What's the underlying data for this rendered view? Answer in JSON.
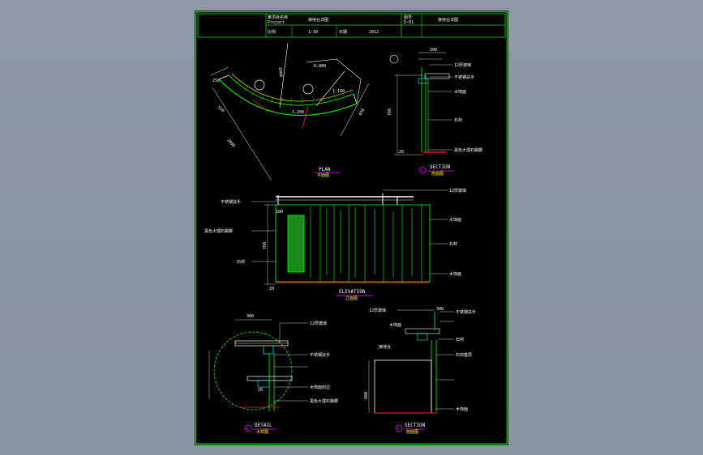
{
  "title_block": {
    "row1_left_a": "某项目名称",
    "row1_left_b": "Project",
    "row1_center": "接待台详图",
    "row1_right_a": "图号",
    "row1_right_b": "D-01",
    "row1_right_c": "接待台详图",
    "row2_left": "比例",
    "row2_mid_a": "1:30",
    "row2_mid_b": "日期",
    "row2_right": "2012"
  },
  "plan": {
    "dims": [
      "0.800",
      "1.100",
      "1.200",
      "250",
      "2800",
      "450",
      "1000",
      "550"
    ],
    "label_en": "PLAN",
    "label_cn": "平面图"
  },
  "section_a": {
    "dims": [
      "300",
      "760",
      "20"
    ],
    "callouts": [
      "12厚玻璃",
      "不锈钢扶手",
      "木饰面",
      "石材",
      "黑色大理石踢脚"
    ],
    "tag": "A",
    "label_en": "SECTION",
    "label_cn": "剖面图"
  },
  "elevation": {
    "callouts_left": [
      "不锈钢扶手",
      "黑色大理石踢脚",
      "石材"
    ],
    "callouts_right": [
      "12厚玻璃",
      "木饰面",
      "石材",
      "木饰面"
    ],
    "dims": [
      "20",
      "760",
      "100"
    ],
    "label_en": "ELEVATION",
    "label_cn": "立面图"
  },
  "detail": {
    "callouts": [
      "12厚玻璃",
      "不锈钢扶手",
      "木饰面封边",
      "黑色大理石踢脚"
    ],
    "dims": [
      "300",
      "20"
    ],
    "tag": "B",
    "label_en": "DETAIL",
    "label_cn": "大样图"
  },
  "section_c": {
    "callouts": [
      "12厚玻璃",
      "不锈钢扶手",
      "木饰面",
      "石材",
      "石材基层",
      "木饰面"
    ],
    "note": "接待台",
    "dims": [
      "300",
      "600"
    ],
    "tag": "C",
    "label_en": "SECTION",
    "label_cn": "剖面图"
  },
  "colors": {
    "frame": "#00e000",
    "line_green": "#00ff00",
    "line_white": "#ffffff",
    "line_yellow": "#ffff00",
    "line_red": "#ff2020",
    "line_cyan": "#00ffff",
    "line_magenta": "#ff00ff"
  }
}
